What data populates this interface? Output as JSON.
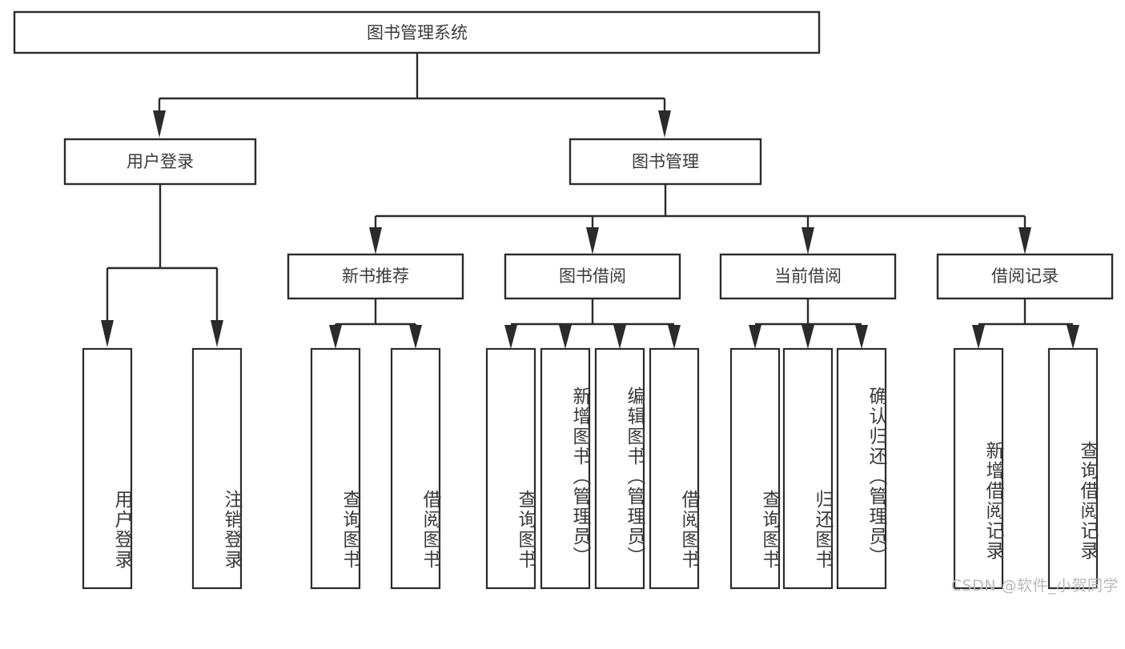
{
  "diagram": {
    "title": "图书管理系统",
    "type": "tree-hierarchy",
    "watermark": "CSDN @软件_小贺同学",
    "colors": {
      "box_fill": "#ffffff",
      "box_stroke": "#2b2b2b",
      "text": "#3a3a3a",
      "watermark": "#b9b9b9",
      "background": "#ffffff"
    },
    "root": {
      "label": "图书管理系统"
    },
    "level2": [
      {
        "label": "用户登录"
      },
      {
        "label": "图书管理"
      }
    ],
    "level3": [
      {
        "label": "新书推荐"
      },
      {
        "label": "图书借阅"
      },
      {
        "label": "当前借阅"
      },
      {
        "label": "借阅记录"
      }
    ],
    "leaves": {
      "user_login": [
        {
          "label": "用户登录"
        },
        {
          "label": "注销登录"
        }
      ],
      "new_book_recommend": [
        {
          "label": "查询图书"
        },
        {
          "label": "借阅图书"
        }
      ],
      "book_borrow": [
        {
          "label": "查询图书"
        },
        {
          "label": "新增图书（管理员）"
        },
        {
          "label": "编辑图书（管理员）"
        },
        {
          "label": "借阅图书"
        }
      ],
      "current_borrow": [
        {
          "label": "查询图书"
        },
        {
          "label": "归还图书"
        },
        {
          "label": "确认归还（管理员）"
        }
      ],
      "borrow_record": [
        {
          "label": "新增借阅记录"
        },
        {
          "label": "查询借阅记录"
        }
      ]
    }
  }
}
